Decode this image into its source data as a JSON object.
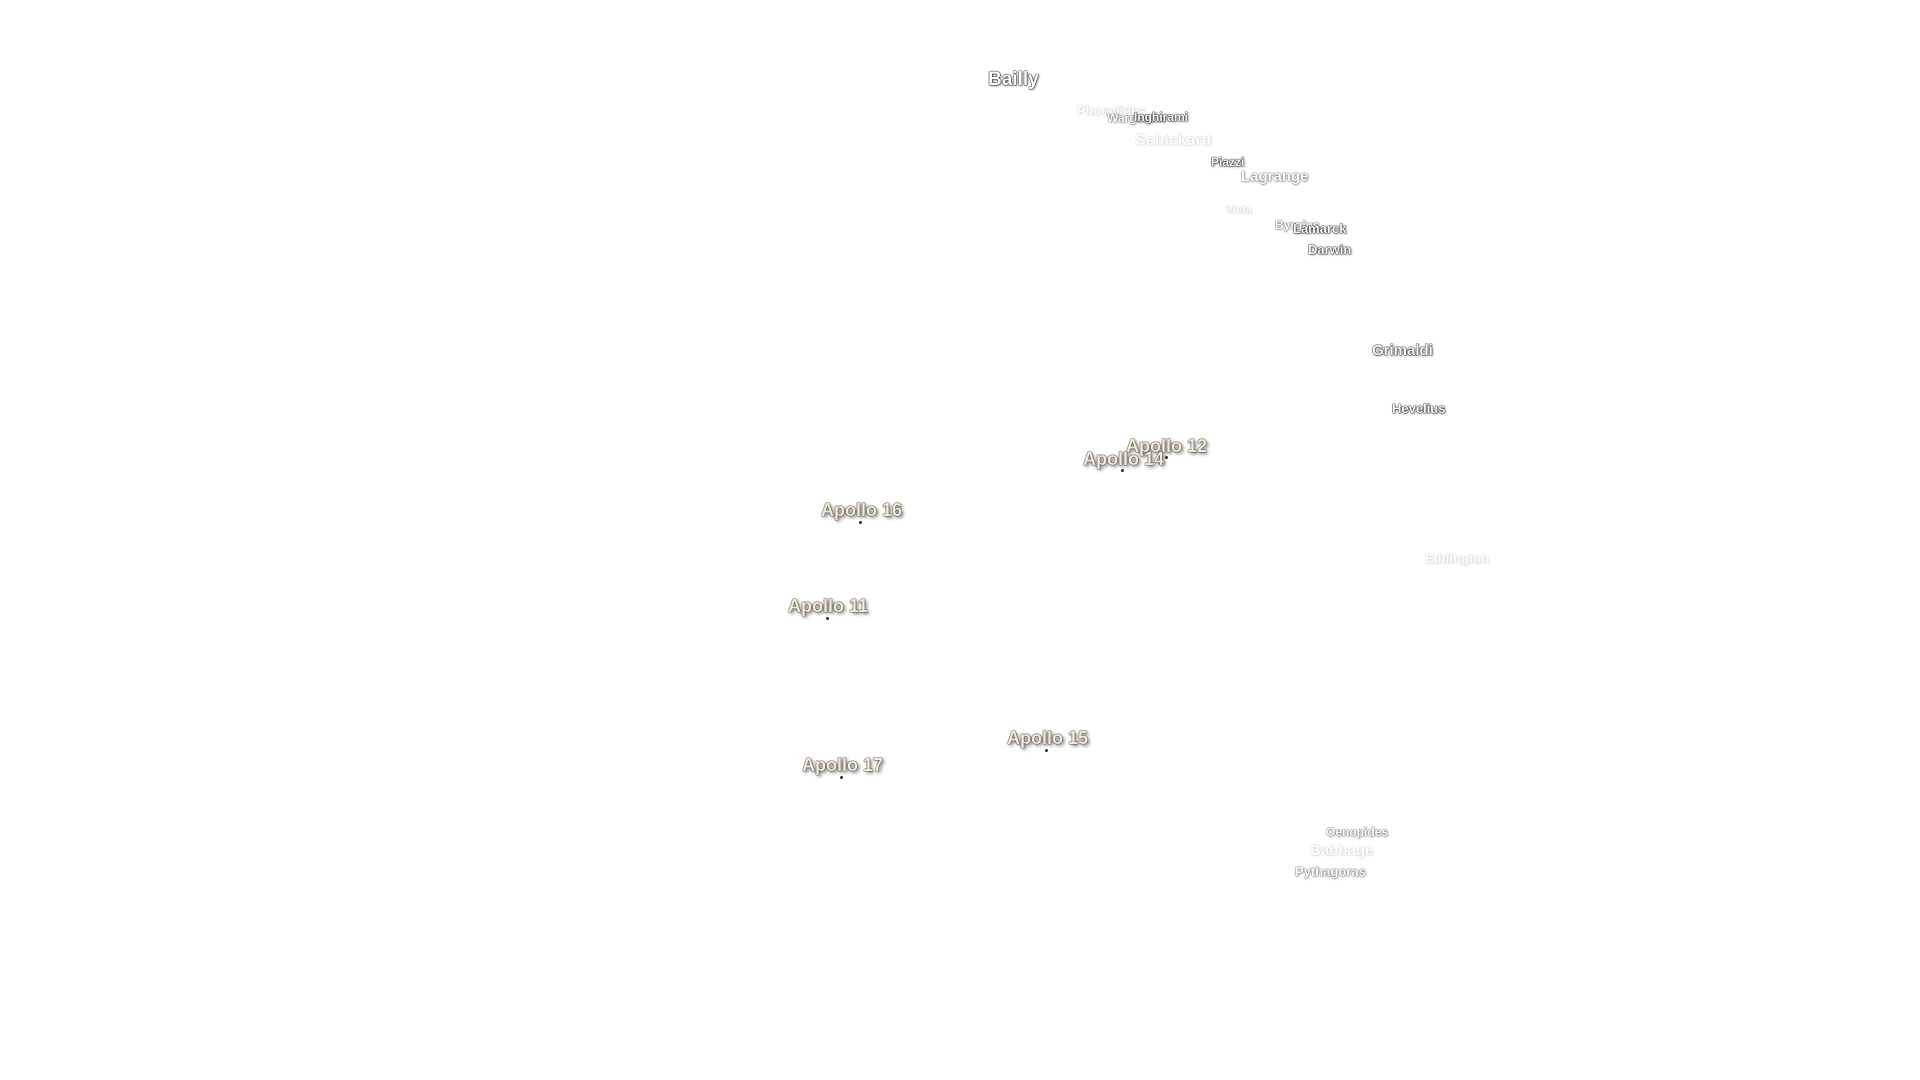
{
  "craters": {
    "bailly": "Bailly",
    "phocylides": "Phocylides",
    "wargentin": "Wargentin",
    "inghirami": "Inghirami",
    "schickard": "Schickard",
    "piazzi": "Piazzi",
    "lagrange": "Lagrange",
    "vieta": "Vieta",
    "byrgius": "Byrgius",
    "lamarck": "Lamarck",
    "darwin": "Darwin",
    "grimaldi": "Grimaldi",
    "hevelius": "Hevelius",
    "eddington": "Eddington",
    "oenopides": "Oenopides",
    "babbage": "Babbage",
    "pythagoras": "Pythagoras"
  },
  "landing_sites": {
    "apollo12": "Apollo 12",
    "apollo14": "Apollo 14",
    "apollo16": "Apollo 16",
    "apollo11": "Apollo 11",
    "apollo15": "Apollo 15",
    "apollo17": "Apollo 17"
  },
  "colors": {
    "background": "#ffffff",
    "crater_label": "#ffffff",
    "landing_label": "#f5eddc",
    "marker": "#3a3328"
  }
}
